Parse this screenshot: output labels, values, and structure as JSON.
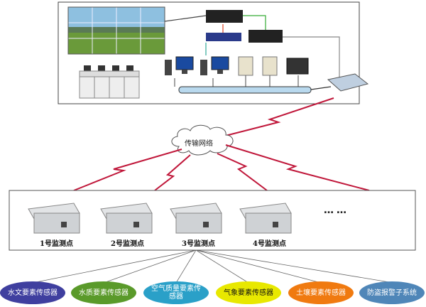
{
  "network": {
    "label": "传输网络"
  },
  "monitoring_points": [
    {
      "label": "1号监测点"
    },
    {
      "label": "2号监测点"
    },
    {
      "label": "3号监测点"
    },
    {
      "label": "4号监测点"
    }
  ],
  "more_indicator": "……",
  "sensors": [
    {
      "label": "水文要素传感器",
      "bg": "#3f3f9f",
      "fg": "#ffffff"
    },
    {
      "label": "水质要素传感器",
      "bg": "#5a9a2a",
      "fg": "#ffffff"
    },
    {
      "label": "空气质量要素传感器",
      "bg": "#2aa0c8",
      "fg": "#ffffff"
    },
    {
      "label": "气象要素传感器",
      "bg": "#e8e800",
      "fg": "#111111"
    },
    {
      "label": "土壤要素传感器",
      "bg": "#f07a10",
      "fg": "#ffffff"
    },
    {
      "label": "防盗报警子系统",
      "bg": "#4f86b8",
      "fg": "#ffffff"
    }
  ],
  "colors": {
    "link": "#c0173a",
    "line": "#666666"
  }
}
